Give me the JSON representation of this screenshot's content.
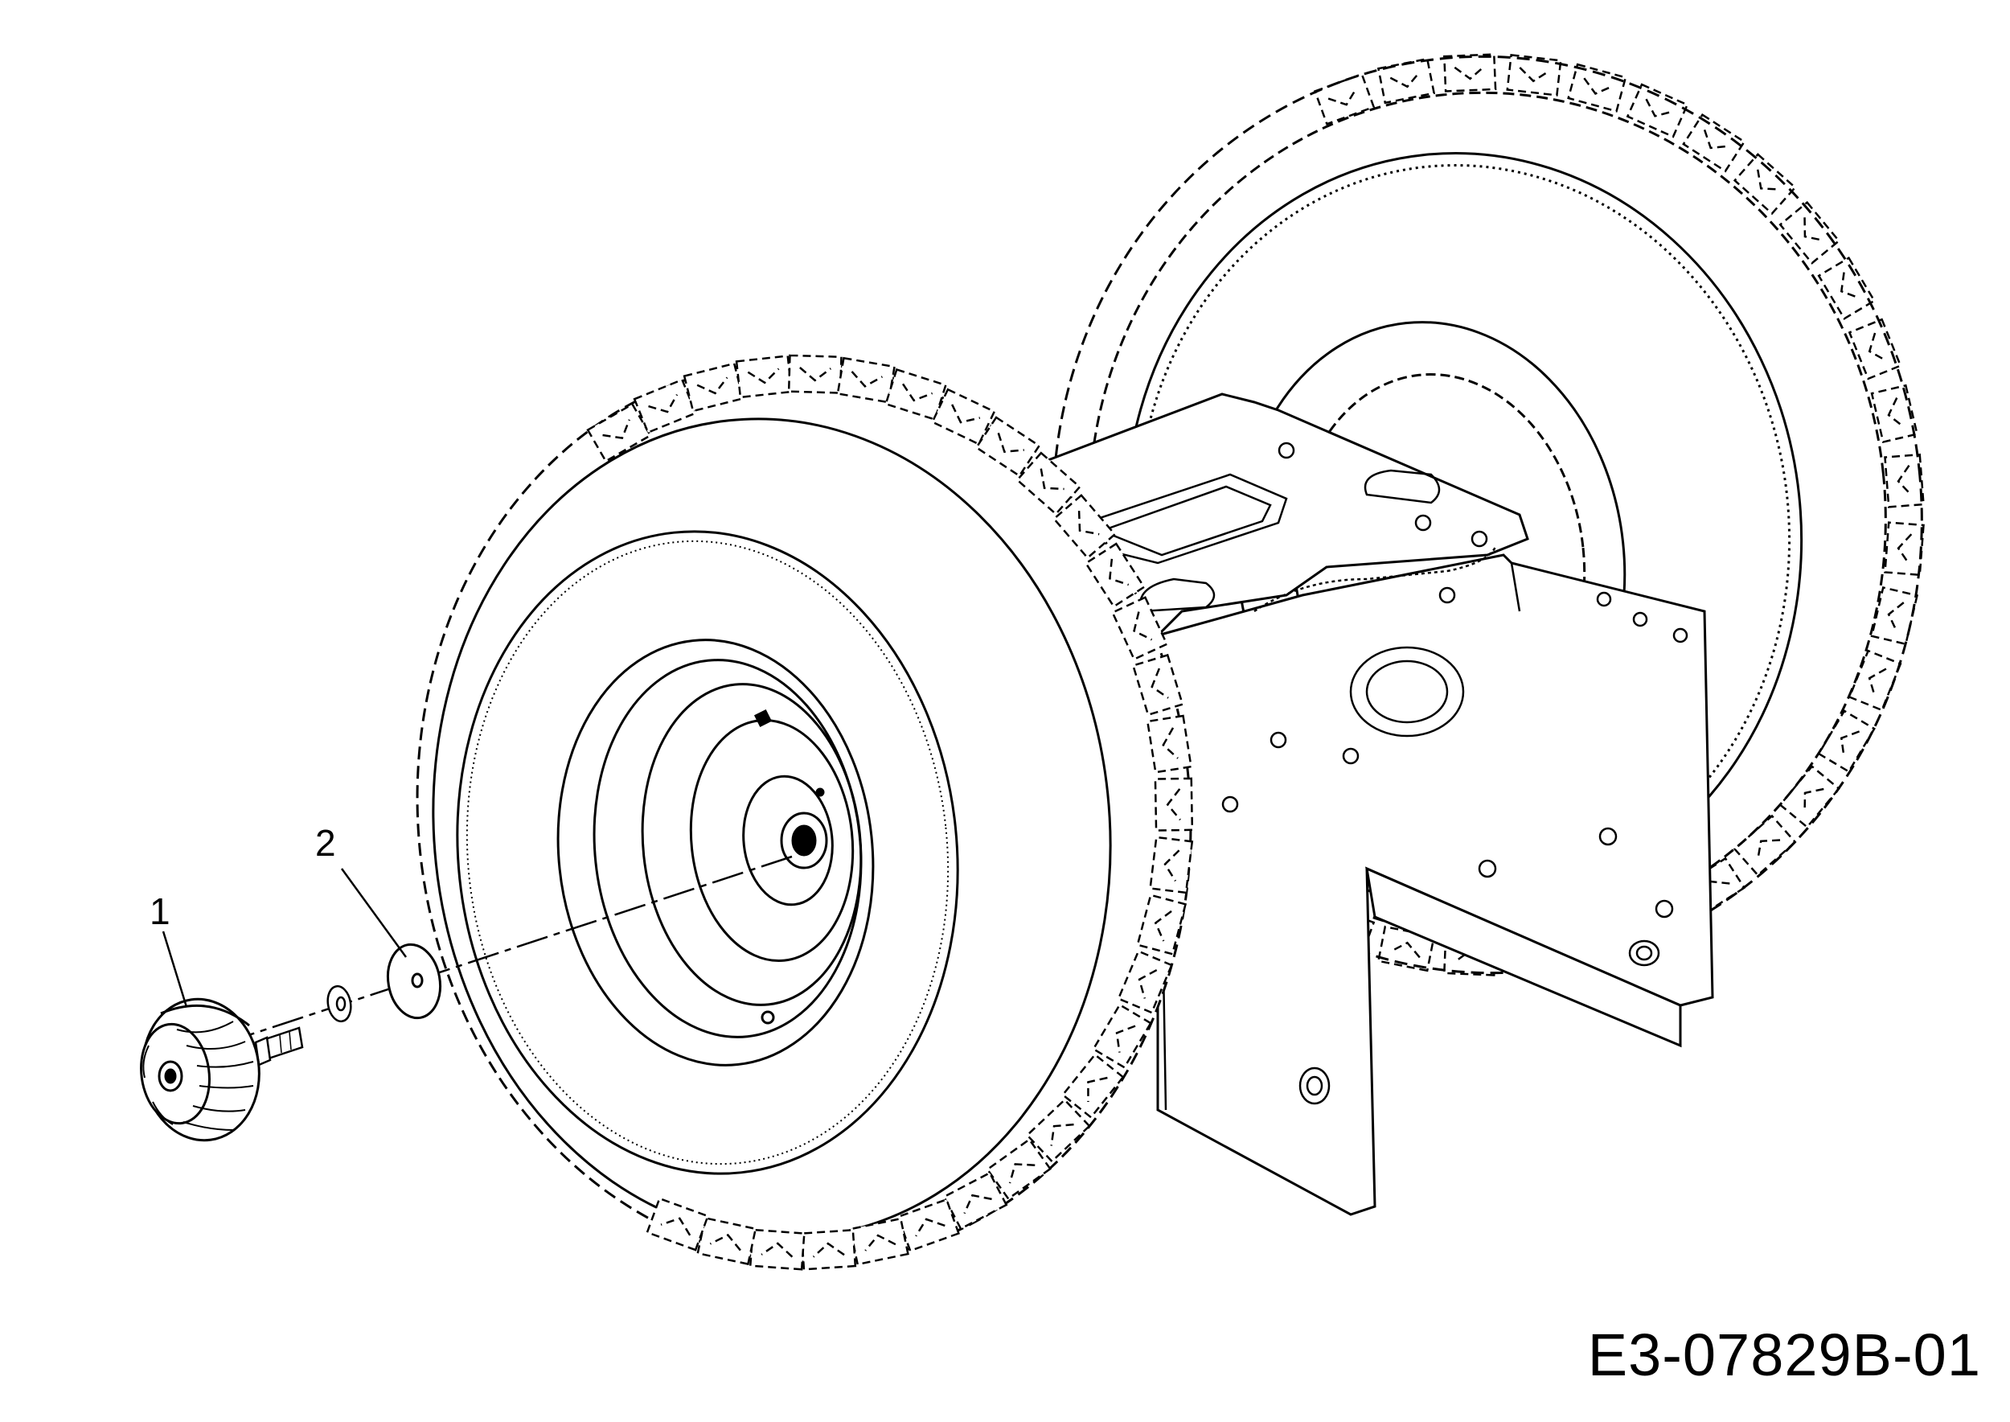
{
  "diagram": {
    "callouts": [
      {
        "label": "1",
        "part": "wheel-hub-cap"
      },
      {
        "label": "2",
        "part": "flat-washer"
      }
    ],
    "figure_code": "E3-07829B-01",
    "line_color": "#000000",
    "background": "#ffffff"
  }
}
